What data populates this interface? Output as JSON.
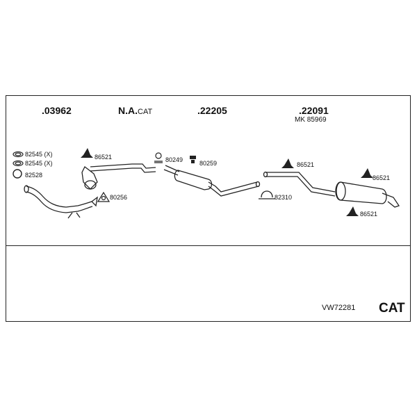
{
  "sections": [
    {
      "part": ".03962"
    },
    {
      "part_prefix": "N.A.",
      "part_suffix": "CAT"
    },
    {
      "part": ".22205"
    },
    {
      "part": ".22091",
      "sub": "MK  85969"
    }
  ],
  "labels": {
    "gasket_82545_x_1": "82545 (X)",
    "gasket_82545_x_2": "82545 (X)",
    "ring_82528": "82528",
    "hanger_86521_a": "86521",
    "ring_80256": "80256",
    "clamp_80249": "80249",
    "clamp_80259": "80259",
    "hanger_86521_b": "86521",
    "clamp_82310": "82310",
    "hanger_86521_c": "86521",
    "hanger_86521_d": "86521"
  },
  "footer": {
    "kit_code": "VW72281",
    "cat_label": "CAT"
  }
}
